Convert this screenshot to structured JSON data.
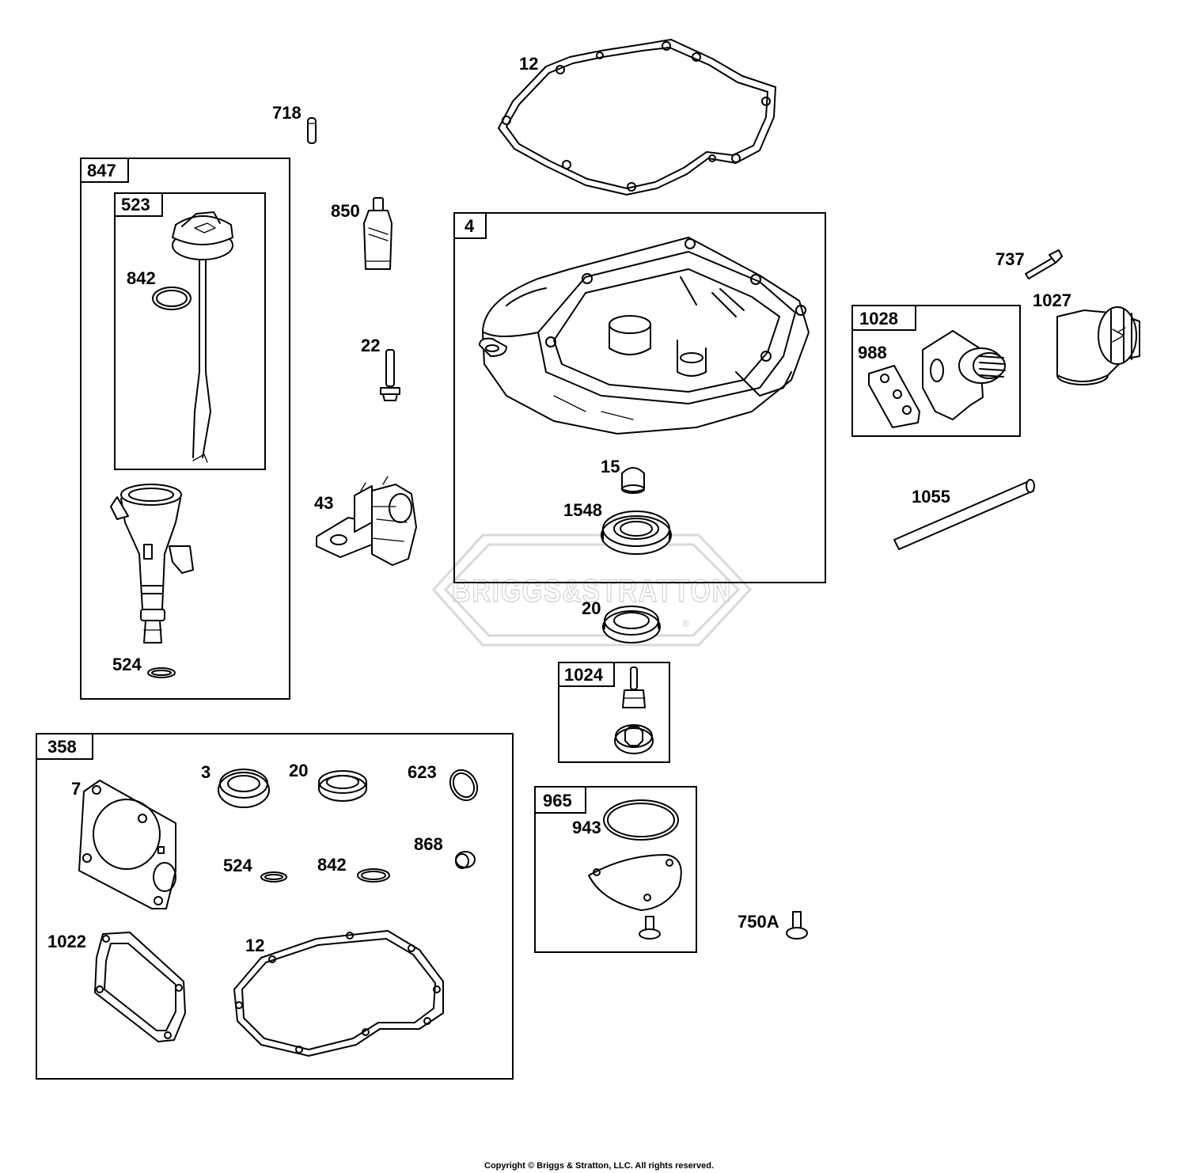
{
  "watermark": {
    "brand_text": "BRIGGS&STRATTON",
    "registered_mark": "®"
  },
  "kit_boxes": {
    "b847": "847",
    "b523": "523",
    "b4": "4",
    "b1028": "1028",
    "b1024": "1024",
    "b358": "358",
    "b965": "965"
  },
  "callouts": {
    "c12_top": "12",
    "c718": "718",
    "c850": "850",
    "c842_top": "842",
    "c22": "22",
    "c737": "737",
    "c1027": "1027",
    "c988": "988",
    "c15": "15",
    "c1548": "1548",
    "c1055": "1055",
    "c43": "43",
    "c20_mid": "20",
    "c524_left": "524",
    "c3": "3",
    "c20_kit": "20",
    "c623": "623",
    "c7": "7",
    "c868": "868",
    "c524_kit": "524",
    "c842_kit": "842",
    "c943": "943",
    "c750a": "750A",
    "c1022": "1022",
    "c12_kit": "12"
  },
  "footer": {
    "copyright": "Copyright © Briggs & Stratton, LLC. All rights reserved."
  }
}
